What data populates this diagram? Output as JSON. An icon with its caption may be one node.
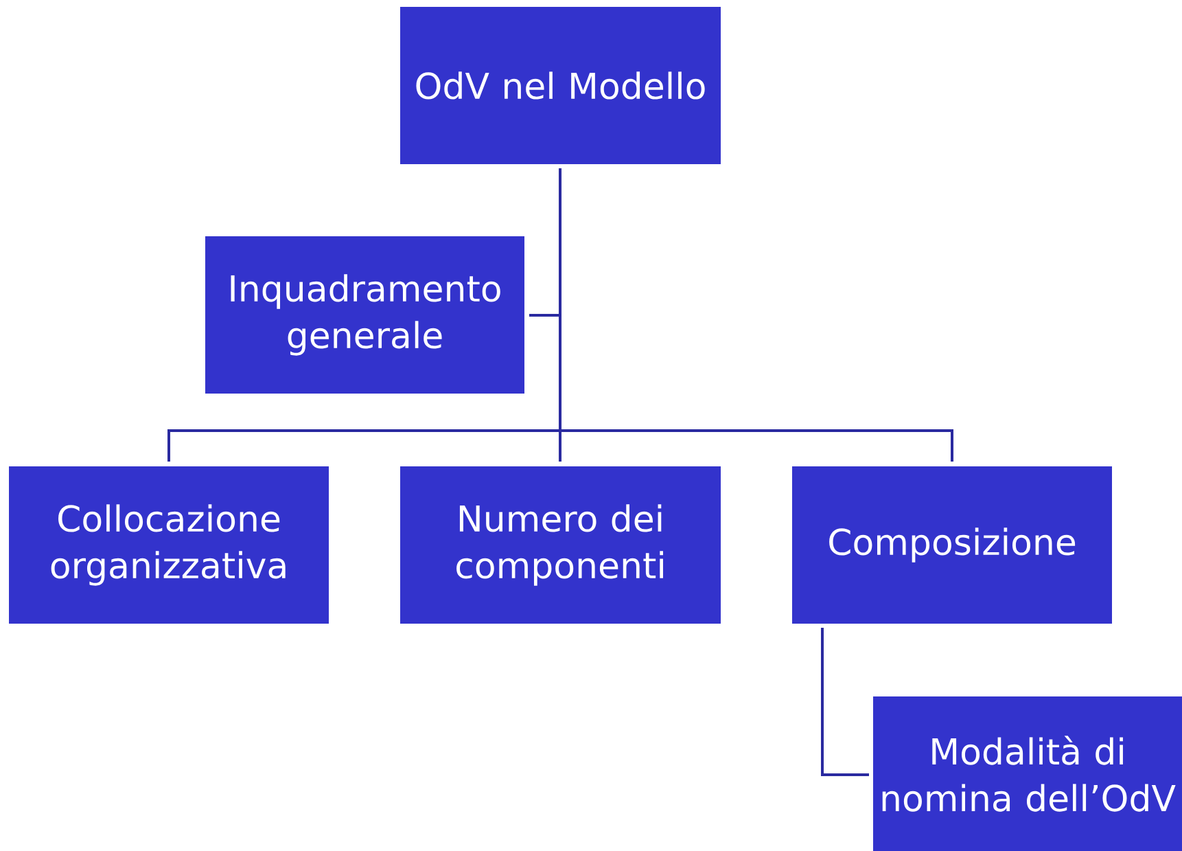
{
  "diagram": {
    "nodes": [
      {
        "text": [
          "OdV nel Modello"
        ]
      },
      {
        "text": [
          "Inquadramento generale"
        ]
      },
      {
        "text": [
          "Collocazione organizzativa"
        ]
      },
      {
        "text": [
          "Numero dei componenti"
        ]
      },
      {
        "text": [
          "Composizione"
        ]
      },
      {
        "text": [
          "Modalità di nomina dell’OdV"
        ]
      }
    ],
    "edges": [
      {
        "from": 0,
        "to": 1,
        "arrow": "none"
      },
      {
        "from": 0,
        "to": 2,
        "arrow": "none"
      },
      {
        "from": 0,
        "to": 3,
        "arrow": "none"
      },
      {
        "from": 0,
        "to": 4,
        "arrow": "none"
      },
      {
        "from": 4,
        "to": 5,
        "arrow": "none"
      }
    ]
  }
}
